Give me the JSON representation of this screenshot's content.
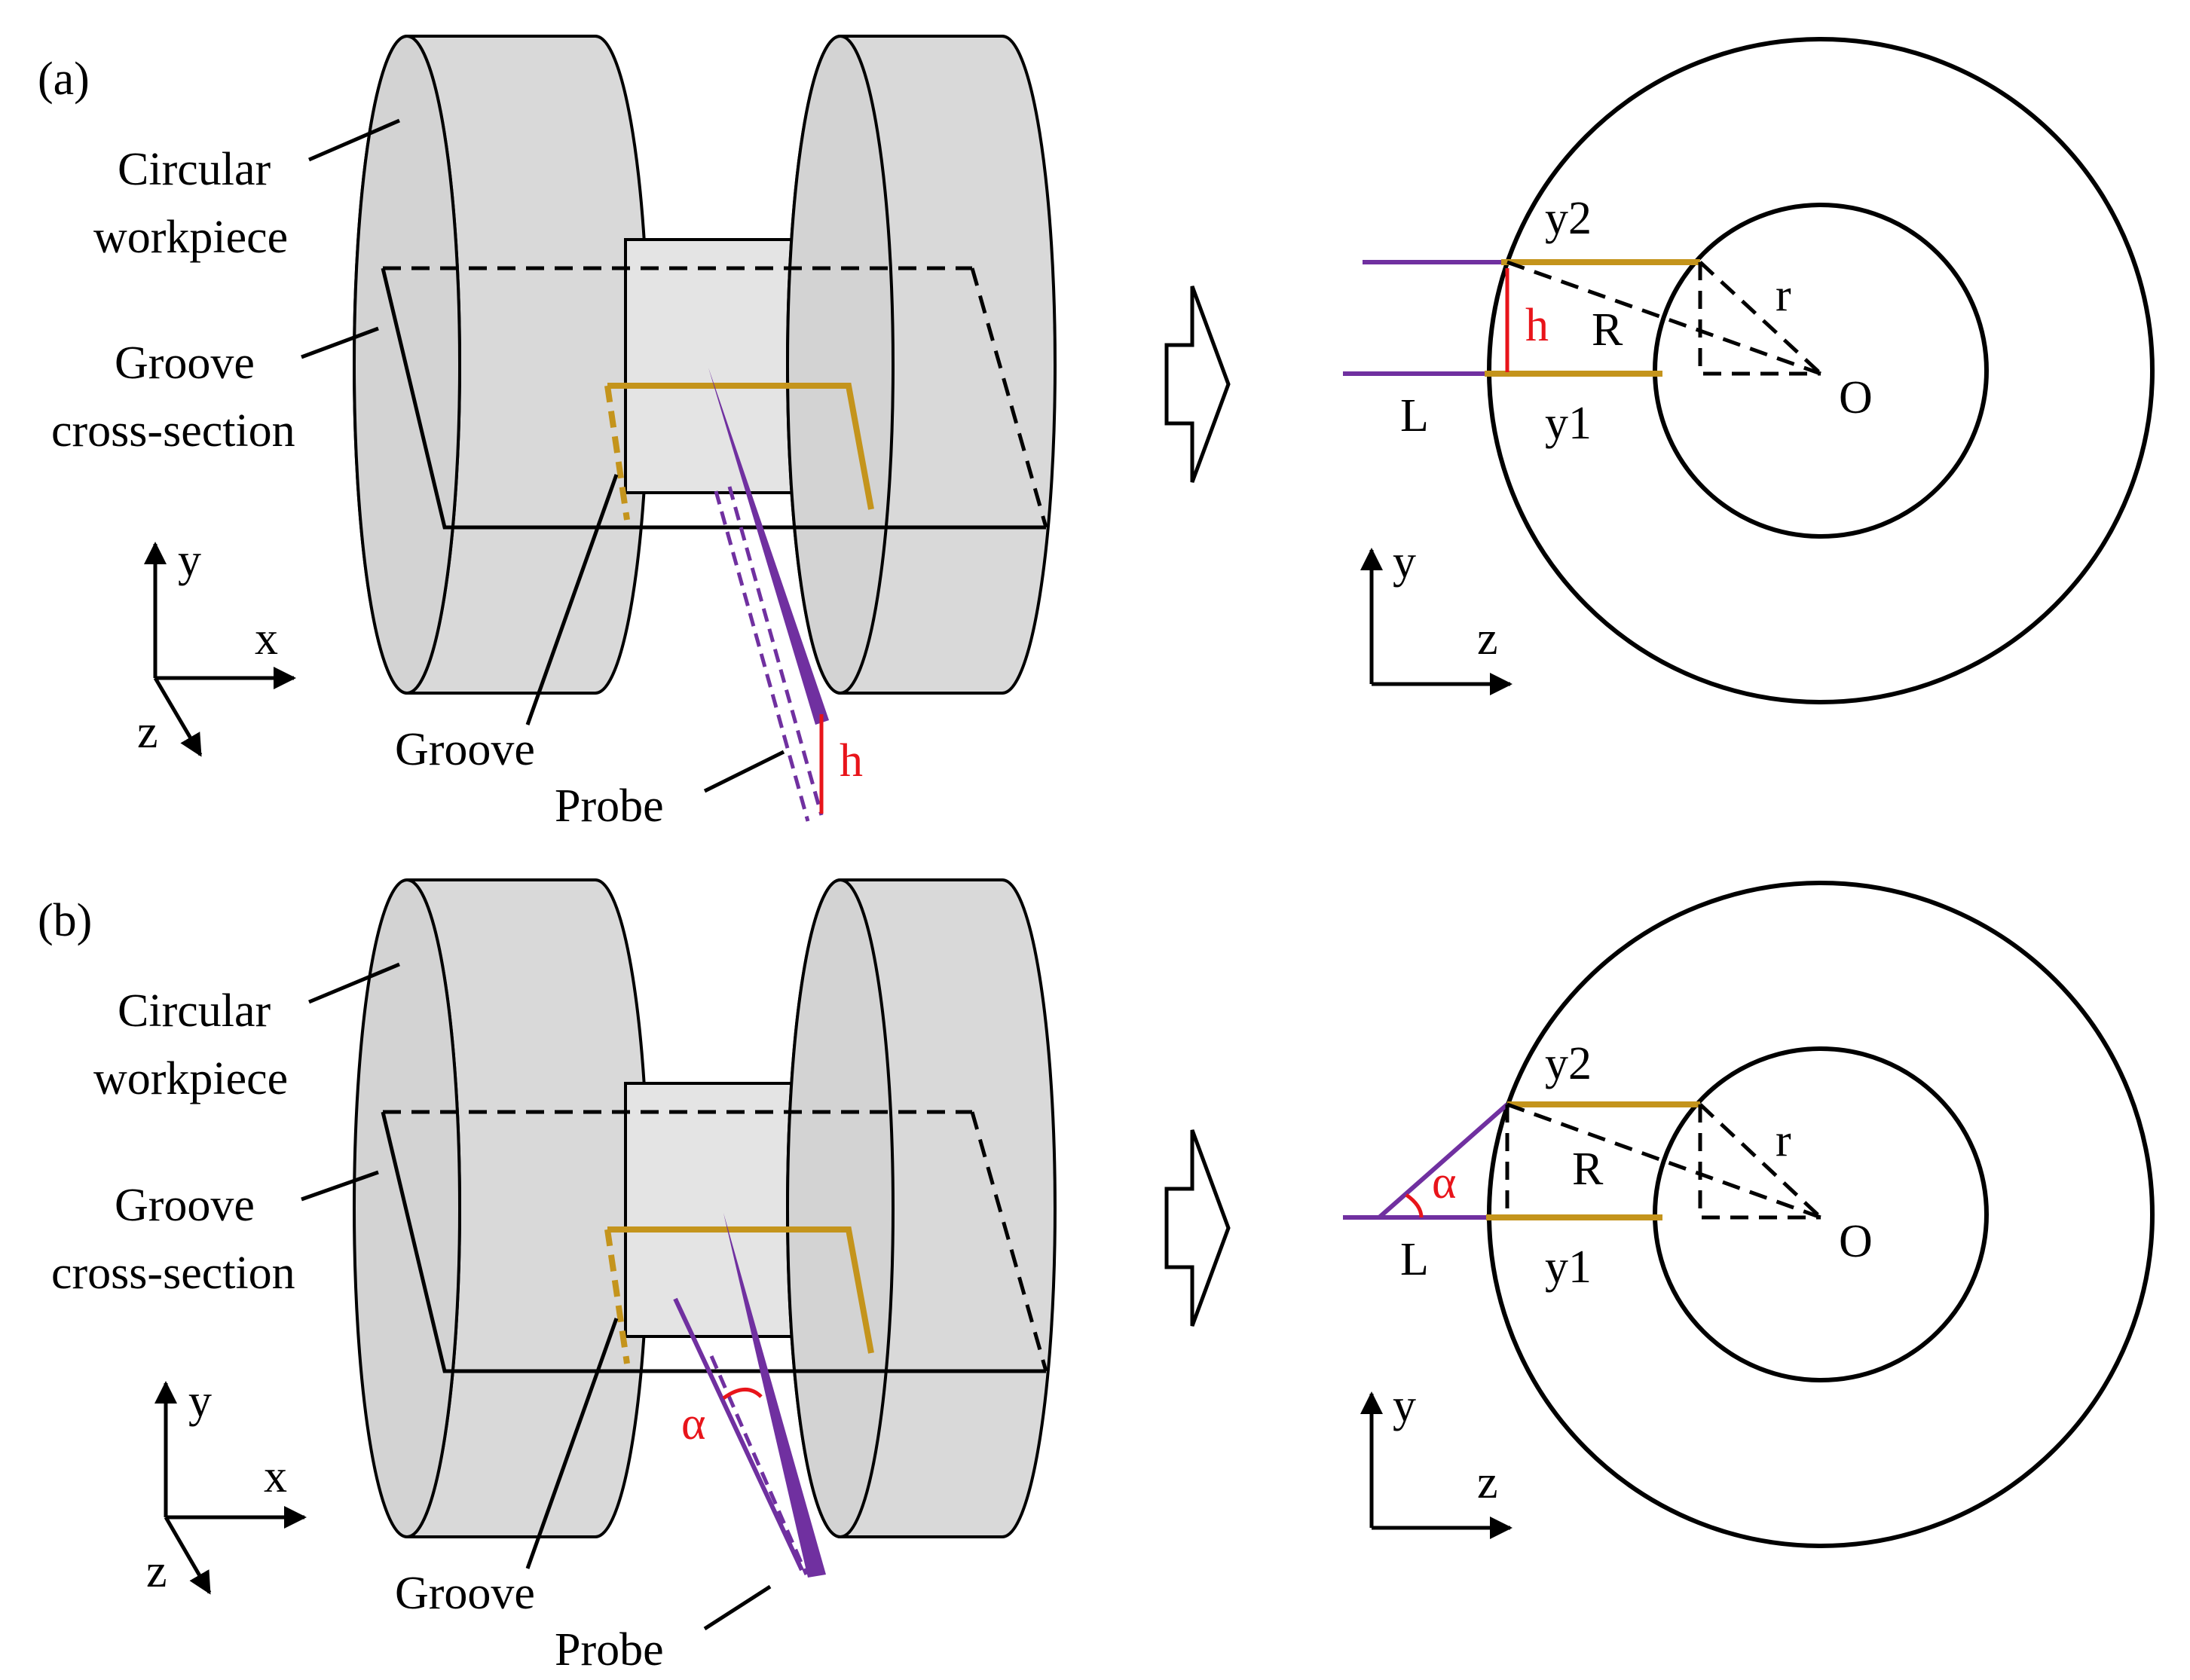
{
  "panels": [
    {
      "id": "a",
      "panel_label": "(a)",
      "workpiece_label_line1": "Circular",
      "workpiece_label_line2": "workpiece",
      "cross_section_label_line1": "Groove",
      "cross_section_label_line2": "cross-section",
      "groove_label": "Groove",
      "probe_label": "Probe",
      "offset_label": "h",
      "axis_y": "y",
      "axis_x": "x",
      "axis_z": "z",
      "right_axis_y": "y",
      "right_axis_z": "z",
      "label_y2": "y2",
      "label_y1": "y1",
      "label_h": "h",
      "label_R": "R",
      "label_r": "r",
      "label_O": "O",
      "label_L": "L"
    },
    {
      "id": "b",
      "panel_label": "(b)",
      "workpiece_label_line1": "Circular",
      "workpiece_label_line2": "workpiece",
      "cross_section_label_line1": "Groove",
      "cross_section_label_line2": "cross-section",
      "groove_label": "Groove",
      "probe_label": "Probe",
      "angle_label": "α",
      "axis_y": "y",
      "axis_x": "x",
      "axis_z": "z",
      "right_axis_y": "y",
      "right_axis_z": "z",
      "label_y2": "y2",
      "label_y1": "y1",
      "label_alpha": "α",
      "label_R": "R",
      "label_r": "r",
      "label_O": "O",
      "label_L": "L"
    }
  ],
  "colors": {
    "groove": "#c4941c",
    "probe": "#7030a0",
    "annotation": "#e8141a",
    "workpiece": "#d9d9d9"
  }
}
